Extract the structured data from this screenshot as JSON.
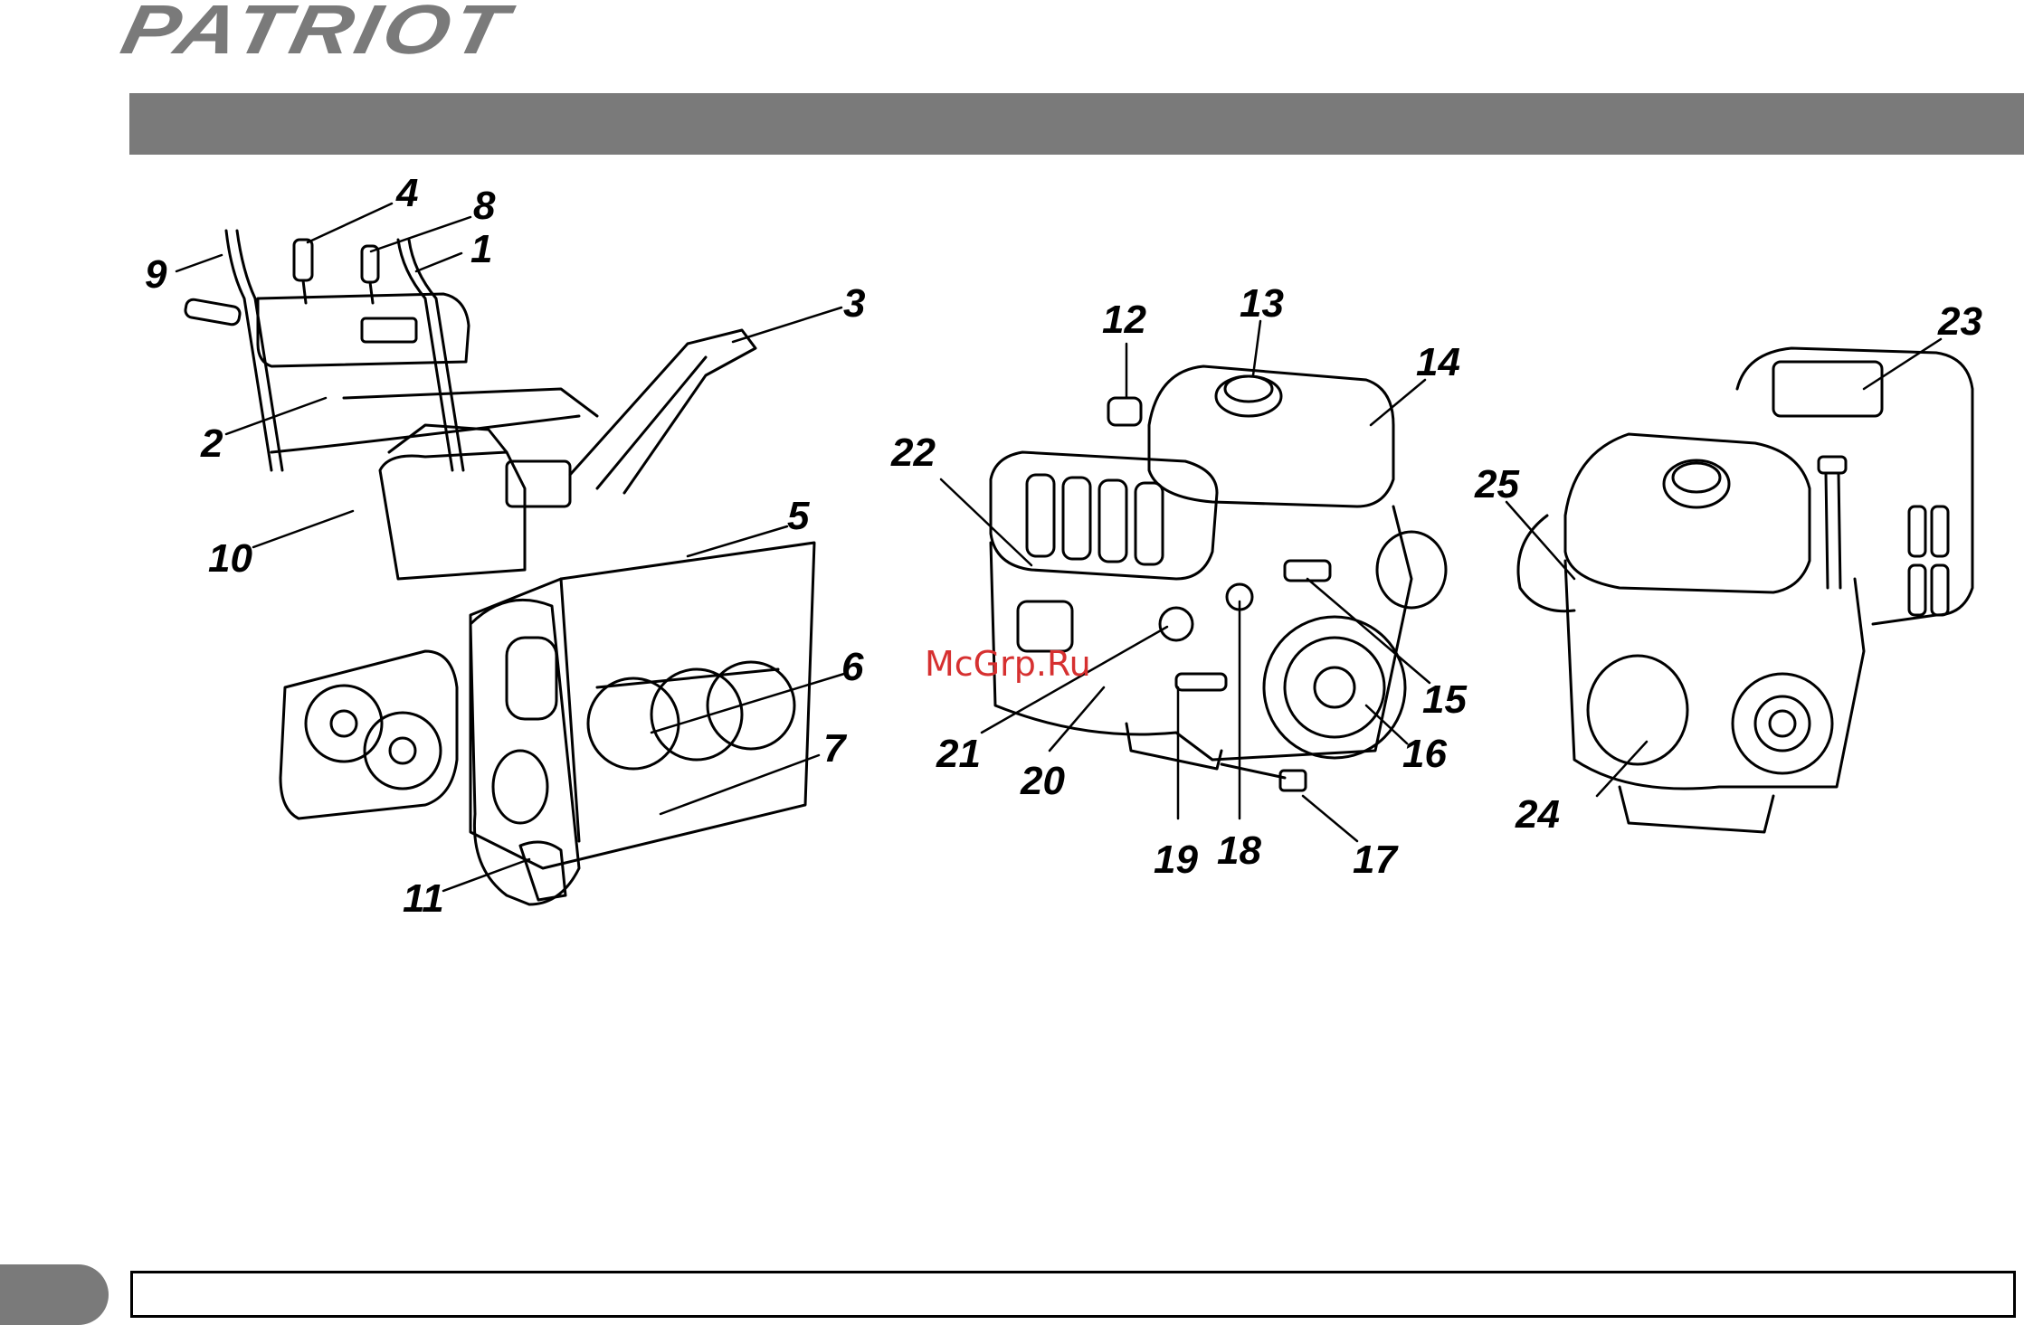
{
  "brand": {
    "logo_text": "PATRIOT"
  },
  "watermark": "McGrp.Ru",
  "colors": {
    "header_bar": "#7a7a7a",
    "callout": "#000000",
    "watermark": "#d63030"
  },
  "figure": {
    "description_icons": [
      "snowblower-illustration",
      "engine-front-illustration",
      "engine-rear-illustration"
    ],
    "callouts": [
      "1",
      "2",
      "3",
      "4",
      "5",
      "6",
      "7",
      "8",
      "9",
      "10",
      "11",
      "12",
      "13",
      "14",
      "15",
      "16",
      "17",
      "18",
      "19",
      "20",
      "21",
      "22",
      "23",
      "24",
      "25"
    ]
  }
}
